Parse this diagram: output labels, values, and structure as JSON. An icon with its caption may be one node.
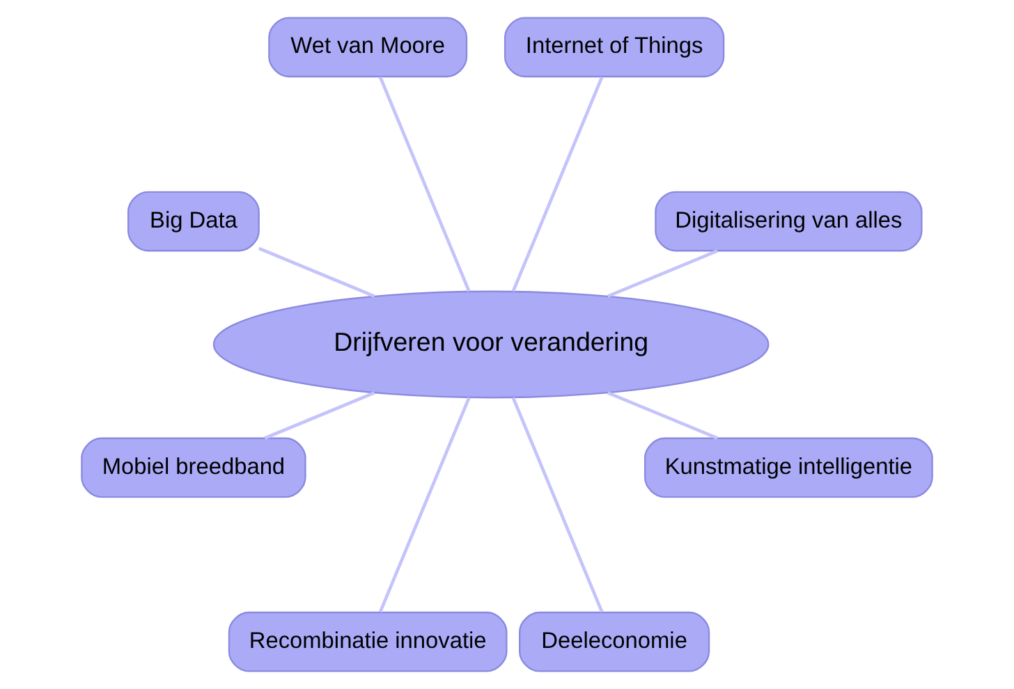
{
  "diagram": {
    "nodes": [
      {
        "text": [
          "Drijfveren voor verandering"
        ]
      },
      {
        "text": [
          "Digitalisering van alles"
        ]
      },
      {
        "text": [
          "Internet of Things"
        ]
      },
      {
        "text": [
          "Wet van Moore"
        ]
      },
      {
        "text": [
          "Big Data"
        ]
      },
      {
        "text": [
          "Mobiel breedband"
        ]
      },
      {
        "text": [
          "Recombinatie innovatie"
        ]
      },
      {
        "text": [
          "Deeleconomie"
        ]
      },
      {
        "text": [
          "Kunstmatige intelligentie"
        ]
      }
    ],
    "edges": [
      {
        "from": 0,
        "to": 1,
        "arrow": "none"
      },
      {
        "from": 0,
        "to": 2,
        "arrow": "none"
      },
      {
        "from": 0,
        "to": 4,
        "arrow": "none"
      },
      {
        "from": 0,
        "to": 5,
        "arrow": "none"
      },
      {
        "from": 0,
        "to": 7,
        "arrow": "none"
      },
      {
        "from": 0,
        "to": 8,
        "arrow": "none"
      },
      {
        "from": 0,
        "to": 6,
        "arrow": "none"
      },
      {
        "from": 0,
        "to": 3,
        "arrow": "none"
      }
    ]
  }
}
